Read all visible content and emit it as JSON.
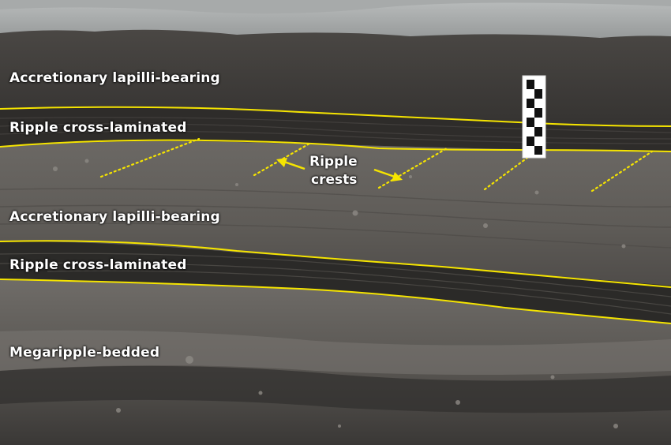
{
  "layers": [
    {
      "label": "Accretionary lapilli-bearing"
    },
    {
      "label": "Ripple cross-laminated"
    },
    {
      "label": "Accretionary lapilli-bearing"
    },
    {
      "label": "Ripple cross-laminated"
    },
    {
      "label": "Megaripple-bedded"
    }
  ],
  "annotation": {
    "line1": "Ripple",
    "line2": "crests"
  },
  "colors": {
    "contact_line": "#f5e400",
    "label_text": "#ffffff",
    "arrow": "#f5e400"
  },
  "icons": {
    "scale_bar": "scale-bar-icon"
  }
}
